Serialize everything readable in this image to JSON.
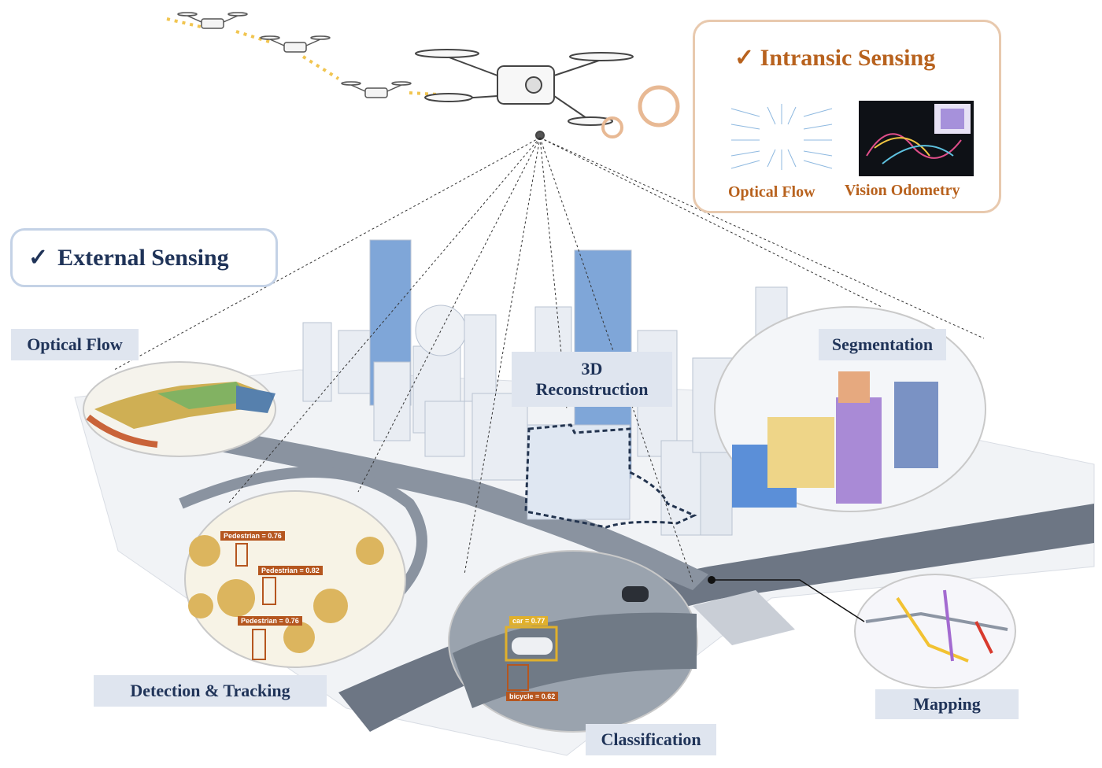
{
  "intrinsic": {
    "check": "✓",
    "title": "Intransic Sensing",
    "items": [
      {
        "label": "Optical Flow"
      },
      {
        "label": "Vision Odometry"
      }
    ]
  },
  "external": {
    "check": "✓",
    "title": "External Sensing"
  },
  "tasks": {
    "optical_flow": "Optical Flow",
    "reconstruction": "3D\nReconstruction",
    "segmentation": "Segmentation",
    "detection": "Detection & Tracking",
    "classification": "Classification",
    "mapping": "Mapping"
  },
  "detections": {
    "pedestrian_1": "Pedestrian = 0.76",
    "pedestrian_2": "Pedestrian = 0.82",
    "pedestrian_3": "Pedestrian = 0.76",
    "car": "car = 0.77",
    "bicycle": "bicycle = 0.62"
  },
  "colors": {
    "intrinsic_accent": "#b8621e",
    "intrinsic_border": "#e8c9ae",
    "external_accent": "#1f3358",
    "external_border": "#c4d2e6",
    "label_bg": "#dfe5ef",
    "detection_box": "#b5561f",
    "car_box": "#e0b02c"
  }
}
